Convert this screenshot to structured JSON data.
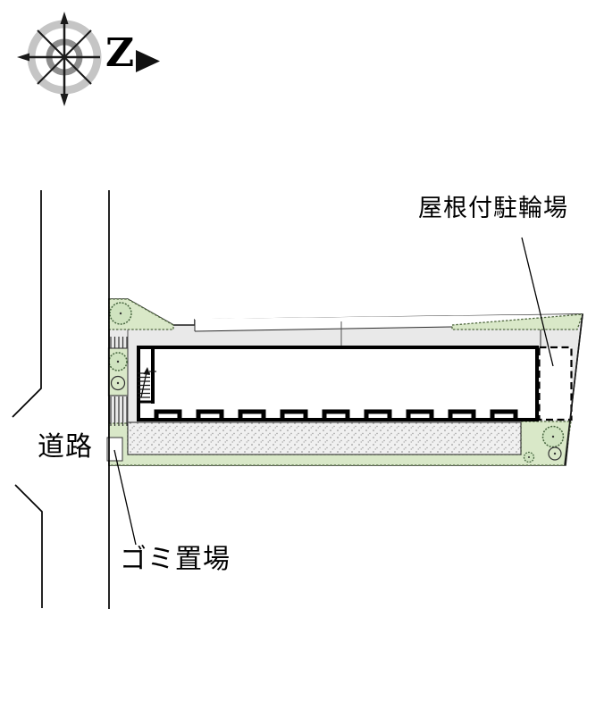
{
  "compass": {
    "north_label": "Z"
  },
  "labels": {
    "road": "道路",
    "bicycle_parking": "屋根付駐輪場",
    "garbage": "ゴミ置場"
  },
  "colors": {
    "planting_green": "#d9e8c8",
    "tree_green": "#cfe3bf",
    "site_gray": "#e9e9e9",
    "stipple_gray": "#f0f0f0",
    "line_black": "#000000",
    "compass_outer_ring": "#c5c5c5",
    "compass_inner_ring": "#8f8f8f"
  }
}
